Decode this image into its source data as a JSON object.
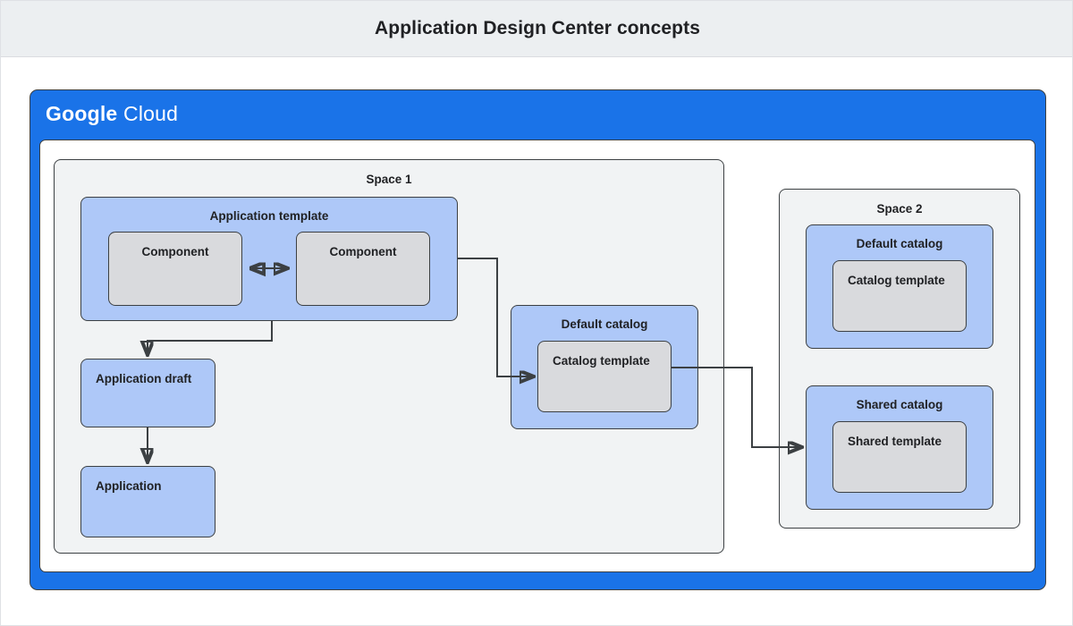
{
  "header": {
    "title": "Application Design Center concepts"
  },
  "cloud_panel": {
    "logo_primary": "Google",
    "logo_secondary": "Cloud"
  },
  "colors": {
    "header_band": "#eceff1",
    "cloud_blue": "#1a73e8",
    "space_fill": "#f1f3f4",
    "blue_fill": "#aec8f8",
    "gray_fill": "#d9dadd",
    "stroke": "#3c4043",
    "text": "#202124"
  },
  "space_1": {
    "title": "Space 1",
    "application_template": {
      "title": "Application template",
      "components": [
        {
          "label": "Component"
        },
        {
          "label": "Component"
        }
      ]
    },
    "application_draft": {
      "label": "Application draft"
    },
    "application": {
      "label": "Application"
    },
    "default_catalog": {
      "title": "Default catalog",
      "template": {
        "label": "Catalog template"
      }
    }
  },
  "space_2": {
    "title": "Space 2",
    "default_catalog": {
      "title": "Default catalog",
      "template": {
        "label": "Catalog template"
      }
    },
    "shared_catalog": {
      "title": "Shared catalog",
      "template": {
        "label": "Shared template"
      }
    }
  },
  "connectors": [
    {
      "name": "component-to-component",
      "type": "double-arrow"
    },
    {
      "name": "application-template-to-application-draft",
      "type": "arrow"
    },
    {
      "name": "application-draft-to-application",
      "type": "arrow"
    },
    {
      "name": "application-template-to-default-catalog-template",
      "type": "arrow"
    },
    {
      "name": "default-catalog-template-to-shared-catalog",
      "type": "arrow"
    }
  ]
}
